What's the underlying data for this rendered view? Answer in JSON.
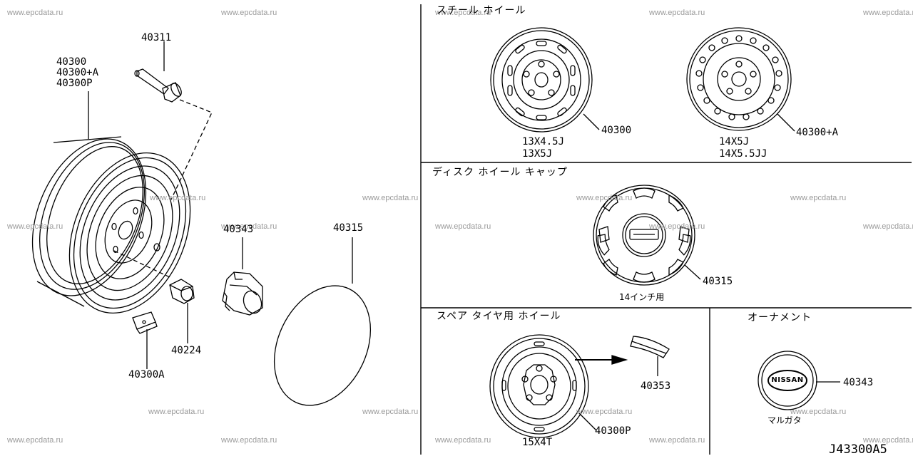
{
  "watermark": "www.epcdata.ru",
  "drawing_code": "J43300A5",
  "exploded_view": {
    "wheel_labels": [
      "40300",
      "40300+A",
      "40300P"
    ],
    "valve": "40311",
    "weight": "40300A",
    "nut": "40224",
    "ornament": "40343",
    "cap": "40315"
  },
  "steel_wheel": {
    "title": "スチール ホイール",
    "left_part": "40300",
    "left_sizes": [
      "13X4.5J",
      "13X5J"
    ],
    "right_part": "40300+A",
    "right_sizes": [
      "14X5J",
      "14X5.5JJ"
    ]
  },
  "disc_cap": {
    "title": "ディスク ホイール キャップ",
    "part": "40315",
    "note": "14インチ用"
  },
  "spare": {
    "title": "スペア タイヤ用 ホイール",
    "part": "40300P",
    "size": "15X4T",
    "sticker_part": "40353"
  },
  "ornament": {
    "title": "オーナメント",
    "part": "40343",
    "badge": "NISSAN",
    "note": "マルガタ"
  }
}
